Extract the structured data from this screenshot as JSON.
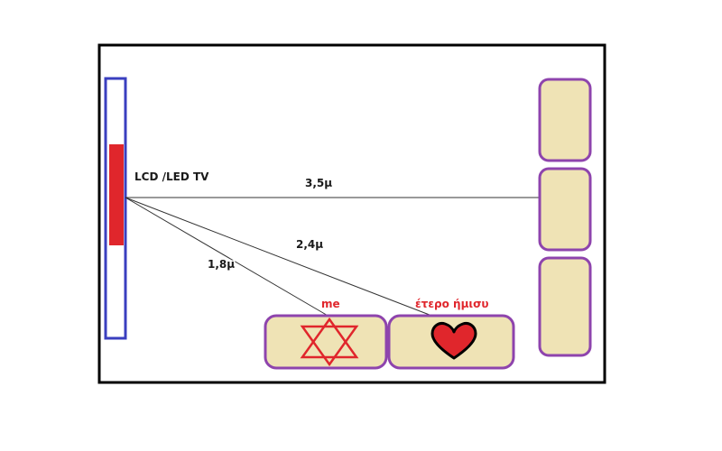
{
  "tv": {
    "label": "LCD /LED TV"
  },
  "distances": {
    "to_back_sofa": "3,5μ",
    "to_other_half": "2,4μ",
    "to_me": "1,8μ"
  },
  "seats": {
    "me_label": "me",
    "other_half_label": "έτερο ήμισυ"
  },
  "colors": {
    "frame": "#000000",
    "tv_outline": "#3a3fbf",
    "tv_screen": "#e0262c",
    "seat_fill": "#efe3b5",
    "seat_border": "#8e44ad",
    "star": "#e0262c",
    "heart": "#e0262c",
    "label_red": "#e0262c"
  },
  "icons": {
    "me_marker": "star-of-david-icon",
    "other_half_marker": "heart-icon"
  }
}
